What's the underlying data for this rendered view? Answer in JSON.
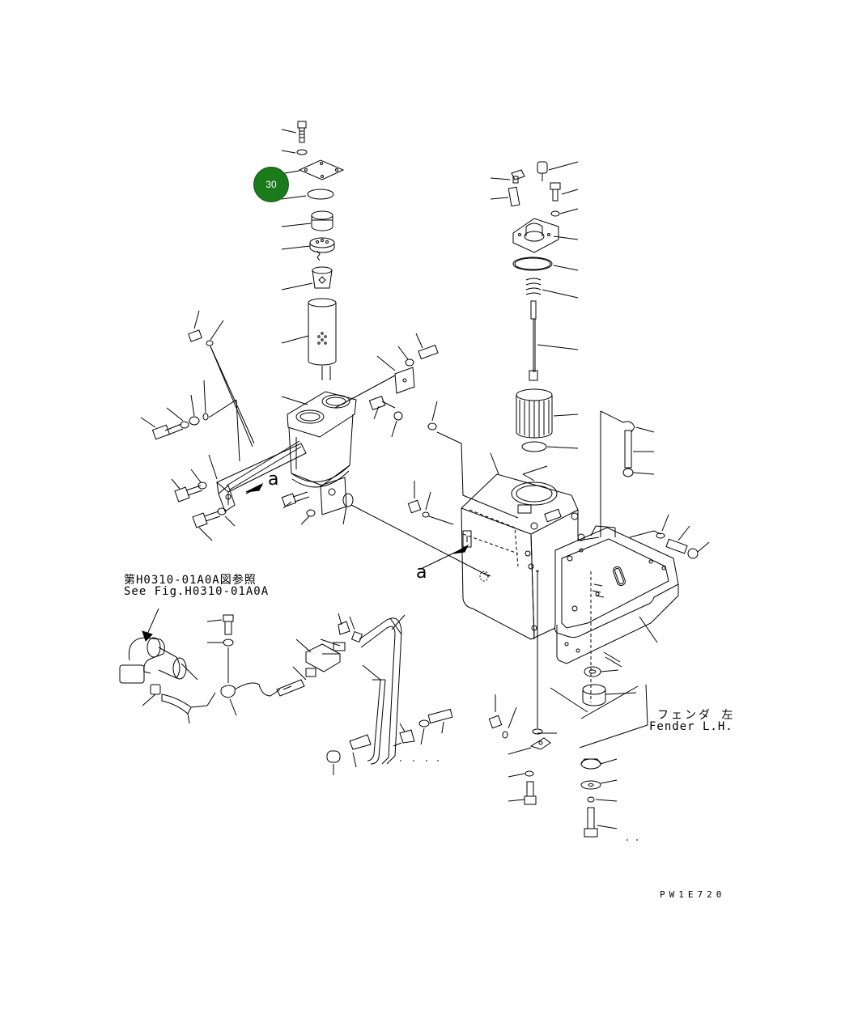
{
  "reference": {
    "japanese": "第H0310-01A0A図参照",
    "english": "See Fig.H0310-01A0A"
  },
  "fender": {
    "japanese": "フェンダ 左",
    "english": "Fender L.H."
  },
  "detail_label": "a",
  "drawing_code": "PW1E720",
  "highlighted_item": "30",
  "colors": {
    "line": "#000000",
    "badge": "#1b7a1b",
    "badge_text": "#ffffff"
  }
}
